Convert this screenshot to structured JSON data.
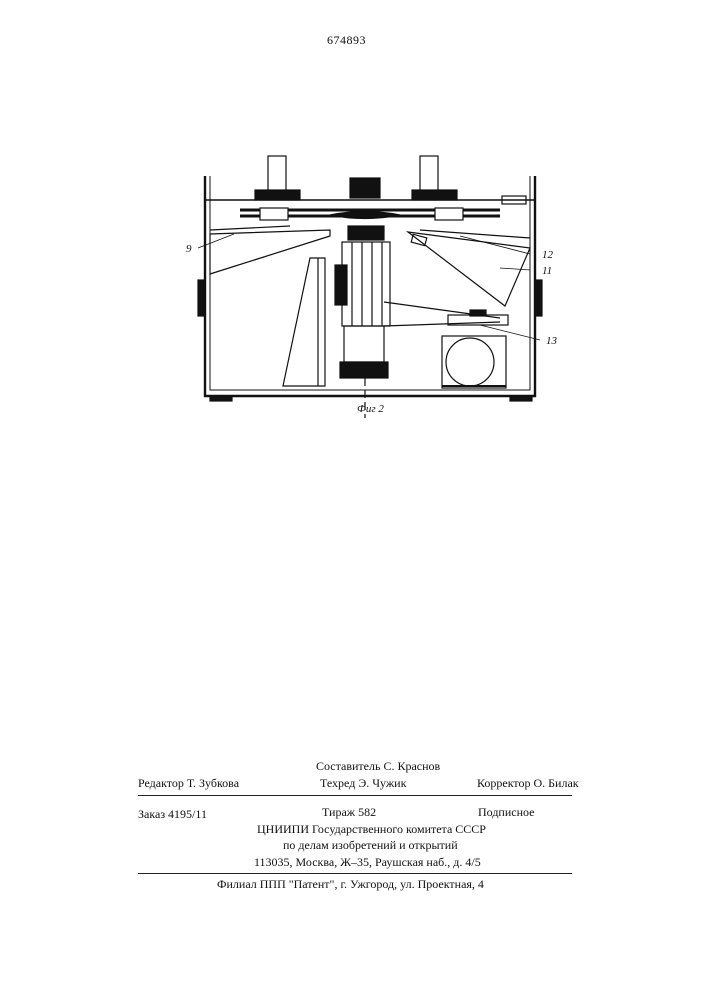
{
  "header": {
    "patent_number": "674893"
  },
  "figure": {
    "caption": "Фиг 2",
    "callouts": [
      "9",
      "12",
      "11",
      "13"
    ]
  },
  "credits": {
    "compiler": "Составитель С. Краснов",
    "editor": "Редактор Т. Зубкова",
    "tech_editor": "Техред  Э. Чужик",
    "corrector": "Корректор О. Билак",
    "order": "Заказ 4195/11",
    "circulation": "Тираж 582",
    "subscription": "Подписное",
    "institute": "ЦНИИПИ Государственного комитета СССР",
    "committee": "по делам изобретений и открытий",
    "address": "113035, Москва, Ж–35, Раушская наб., д. 4/5",
    "branch": "Филиал ППП \"Патент\", г. Ужгород, ул. Проектная, 4"
  }
}
